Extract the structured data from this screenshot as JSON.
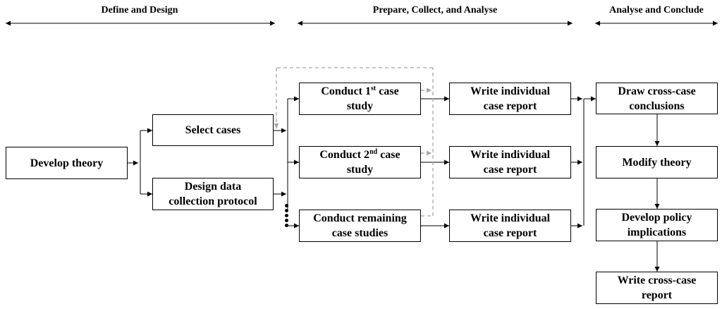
{
  "phases": {
    "define": "Define and Design",
    "prepare": "Prepare, Collect, and Analyse",
    "conclude": "Analyse and Conclude"
  },
  "boxes": {
    "develop_theory": "Develop theory",
    "select_cases": "Select cases",
    "design_protocol_1": "Design data",
    "design_protocol_2": "collection protocol",
    "case1_a": "Conduct 1",
    "case1_sup": "st",
    "case1_b": " case",
    "case1_c": "study",
    "case2_a": "Conduct 2",
    "case2_sup": "nd",
    "case2_b": " case",
    "case2_c": "study",
    "remaining_1": "Conduct remaining",
    "remaining_2": "case studies",
    "report1_1": "Write individual",
    "report1_2": "case report",
    "report2_1": "Write individual",
    "report2_2": "case report",
    "report3_1": "Write individual",
    "report3_2": "case report",
    "cross_case_1": "Draw cross-case",
    "cross_case_2": "conclusions",
    "modify_theory": "Modify theory",
    "policy_1": "Develop policy",
    "policy_2": "implications",
    "write_cross_1": "Write cross-case",
    "write_cross_2": "report"
  },
  "colors": {
    "line": "#000000",
    "feedback": "#a6a6a6"
  }
}
